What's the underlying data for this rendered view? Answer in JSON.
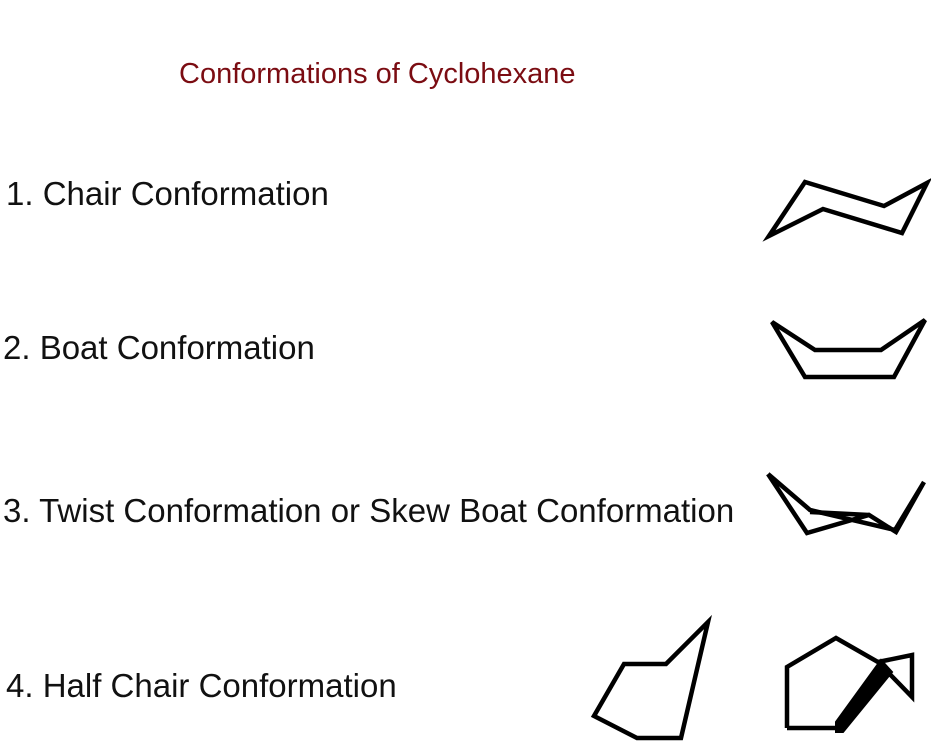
{
  "title": "Conformations of Cyclohexane",
  "conformations": [
    {
      "label": "1. Chair Conformation"
    },
    {
      "label": "2. Boat Conformation"
    },
    {
      "label": "3. Twist Conformation or Skew Boat Conformation"
    },
    {
      "label": "4. Half Chair Conformation"
    }
  ],
  "colors": {
    "title": "#7b0c12",
    "text": "#111111",
    "structure_stroke": "#000000"
  }
}
